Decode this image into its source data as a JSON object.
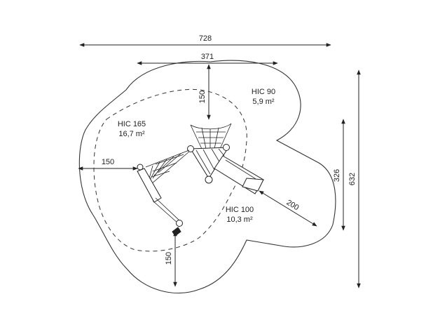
{
  "dimensions": {
    "total_width": "728",
    "inner_width": "371",
    "right_inner_height": "326",
    "right_total_height": "632",
    "top_offset": "150",
    "left_offset": "150",
    "bottom_offset": "150",
    "slide_offset": "200"
  },
  "zones": [
    {
      "code": "HIC 90",
      "area": "5,9 m²"
    },
    {
      "code": "HIC 165",
      "area": "16,7 m²"
    },
    {
      "code": "HIC 100",
      "area": "10,3 m²"
    }
  ],
  "colors": {
    "line": "#333333",
    "background": "#ffffff"
  }
}
